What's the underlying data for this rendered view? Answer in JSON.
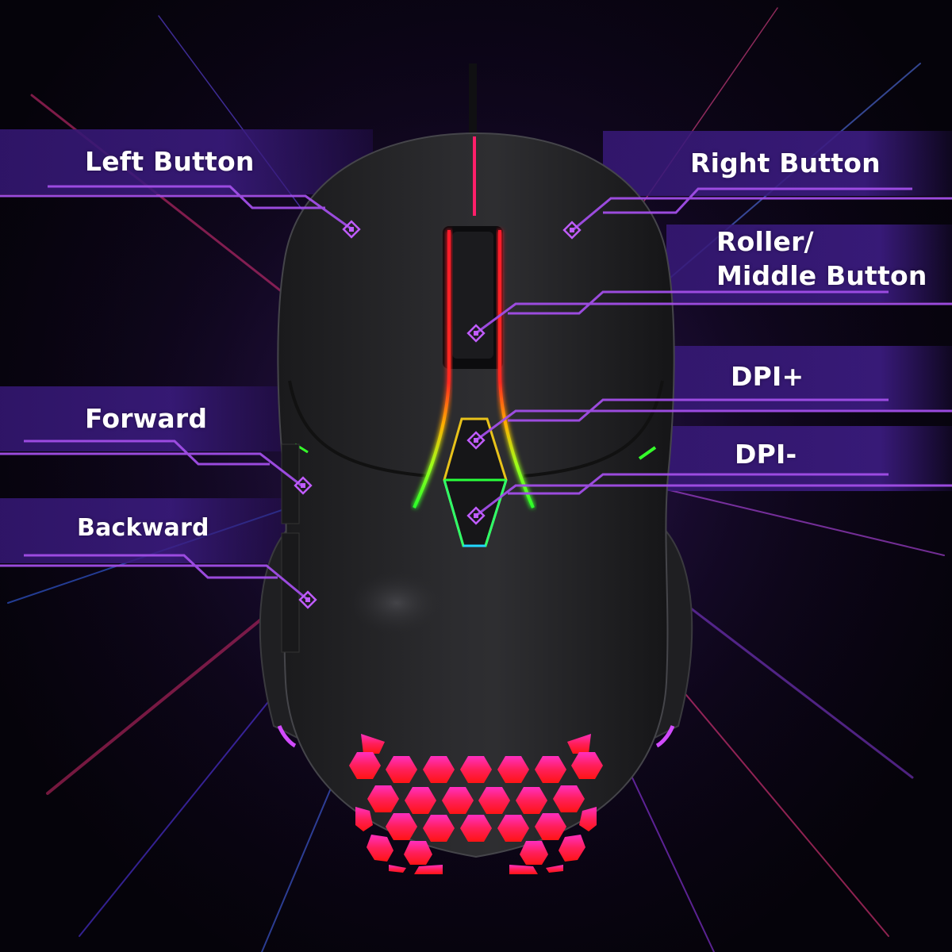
{
  "image": {
    "subject": "RGB gaming mouse with labeled buttons",
    "labels": {
      "left_button": "Left Button",
      "right_button": "Right Button",
      "roller_line1": "Roller/",
      "roller_line2": "Middle Button",
      "dpi_plus": "DPI+",
      "dpi_minus": "DPI-",
      "forward": "Forward",
      "backward": "Backward"
    },
    "colors": {
      "callout_line": "#a24ee8",
      "band": "#3a1a80",
      "honeycomb_top": "#ff2fb8",
      "honeycomb_bottom": "#ff1a1a",
      "accent_green": "#35ff2a"
    }
  }
}
